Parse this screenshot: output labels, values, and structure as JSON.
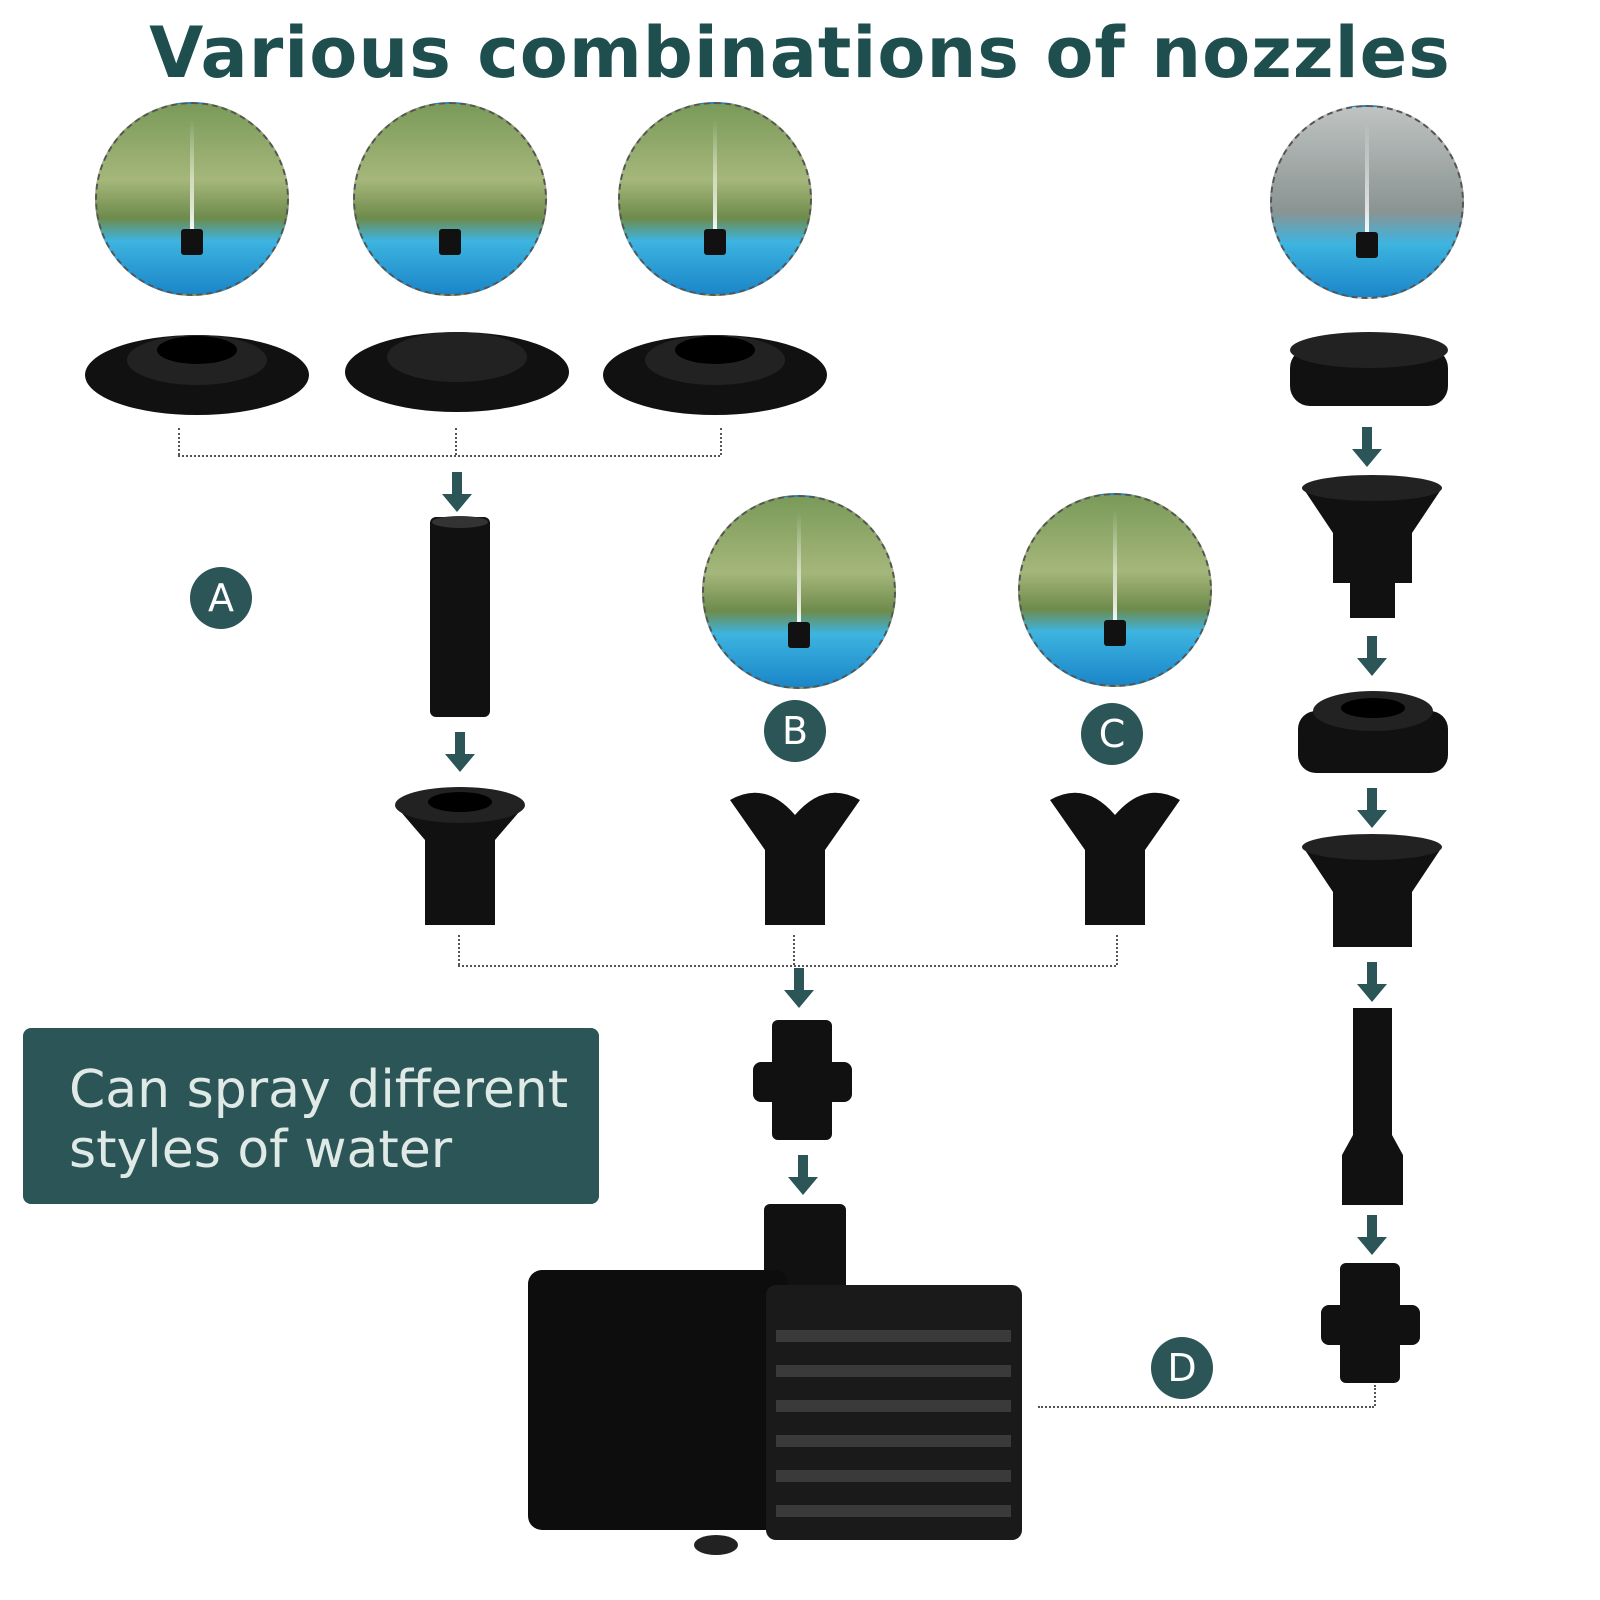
{
  "title": "Various combinations of nozzles",
  "labels": {
    "a": "A",
    "b": "B",
    "c": "C",
    "d": "D"
  },
  "note": {
    "line1": "Can spray different",
    "line2": "styles of water"
  },
  "colors": {
    "accent": "#2b5556",
    "title": "#1f4e4f",
    "part": "#111111"
  }
}
